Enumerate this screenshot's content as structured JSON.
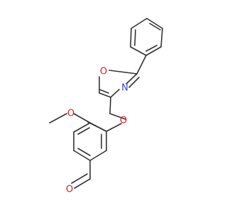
{
  "molecule": {
    "colors": {
      "bond": "#333333",
      "oxygen": "#e51a1a",
      "nitrogen": "#3344cc",
      "background": "#ffffff"
    },
    "labels": {
      "oxazole_oxygen": "O",
      "oxazole_nitrogen": "N",
      "ether_oxygen": "O",
      "methoxy_oxygen": "O",
      "aldehyde_oxygen": "O"
    }
  }
}
